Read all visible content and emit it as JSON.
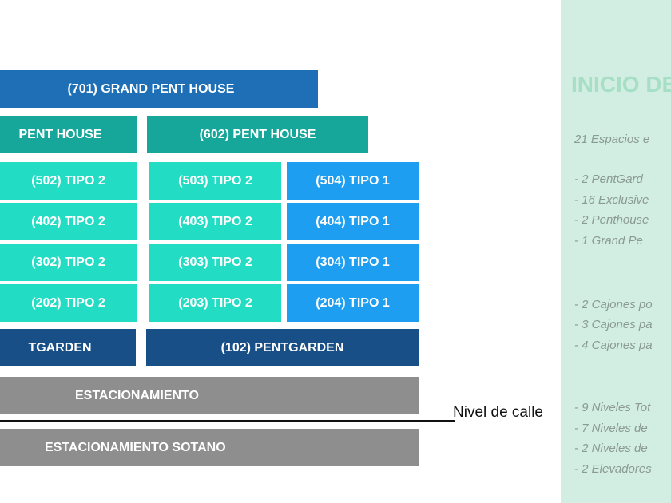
{
  "building": {
    "level7": {
      "grand_pent_house": "(701) GRAND PENT HOUSE"
    },
    "level6": {
      "pent_house_601": "PENT HOUSE",
      "pent_house_602": "(602) PENT HOUSE"
    },
    "level5": {
      "unit_502": "(502) TIPO 2",
      "unit_503": "(503) TIPO 2",
      "unit_504": "(504) TIPO 1"
    },
    "level4": {
      "unit_402": "(402) TIPO 2",
      "unit_403": "(403) TIPO 2",
      "unit_404": "(404) TIPO 1"
    },
    "level3": {
      "unit_302": "(302) TIPO 2",
      "unit_303": "(303) TIPO 2",
      "unit_304": "(304) TIPO 1"
    },
    "level2": {
      "unit_202": "(202) TIPO 2",
      "unit_203": "(203) TIPO 2",
      "unit_204": "(204) TIPO 1"
    },
    "level1": {
      "pentgarden_101": "TGARDEN",
      "pentgarden_102": "(102) PENTGARDEN"
    },
    "parking": "ESTACIONAMIENTO",
    "basement_parking": "ESTACIONAMIENTO SOTANO",
    "street_level_label": "Nivel de calle"
  },
  "colors": {
    "grand_pent_house": "#1e6fb5",
    "pent_house": "#16a79a",
    "tipo_2": "#22dcc4",
    "tipo_1": "#1e9ef0",
    "pentgarden": "#174f86",
    "estacionamiento": "#8e8e8e",
    "side_panel": "#d2ede2"
  },
  "side_panel": {
    "title": "INICIO DE",
    "spaces_heading": "21 Espacios e",
    "units": [
      "- 2 PentGard",
      "- 16 Exclusive",
      "- 2 Penthouse",
      "- 1 Grand Pe"
    ],
    "parking": [
      "- 2 Cajones po",
      "- 3 Cajones pa",
      "- 4 Cajones pa"
    ],
    "levels": [
      "- 9 Niveles Tot",
      "- 7 Niveles de",
      "- 2 Niveles de",
      "- 2 Elevadores"
    ]
  }
}
